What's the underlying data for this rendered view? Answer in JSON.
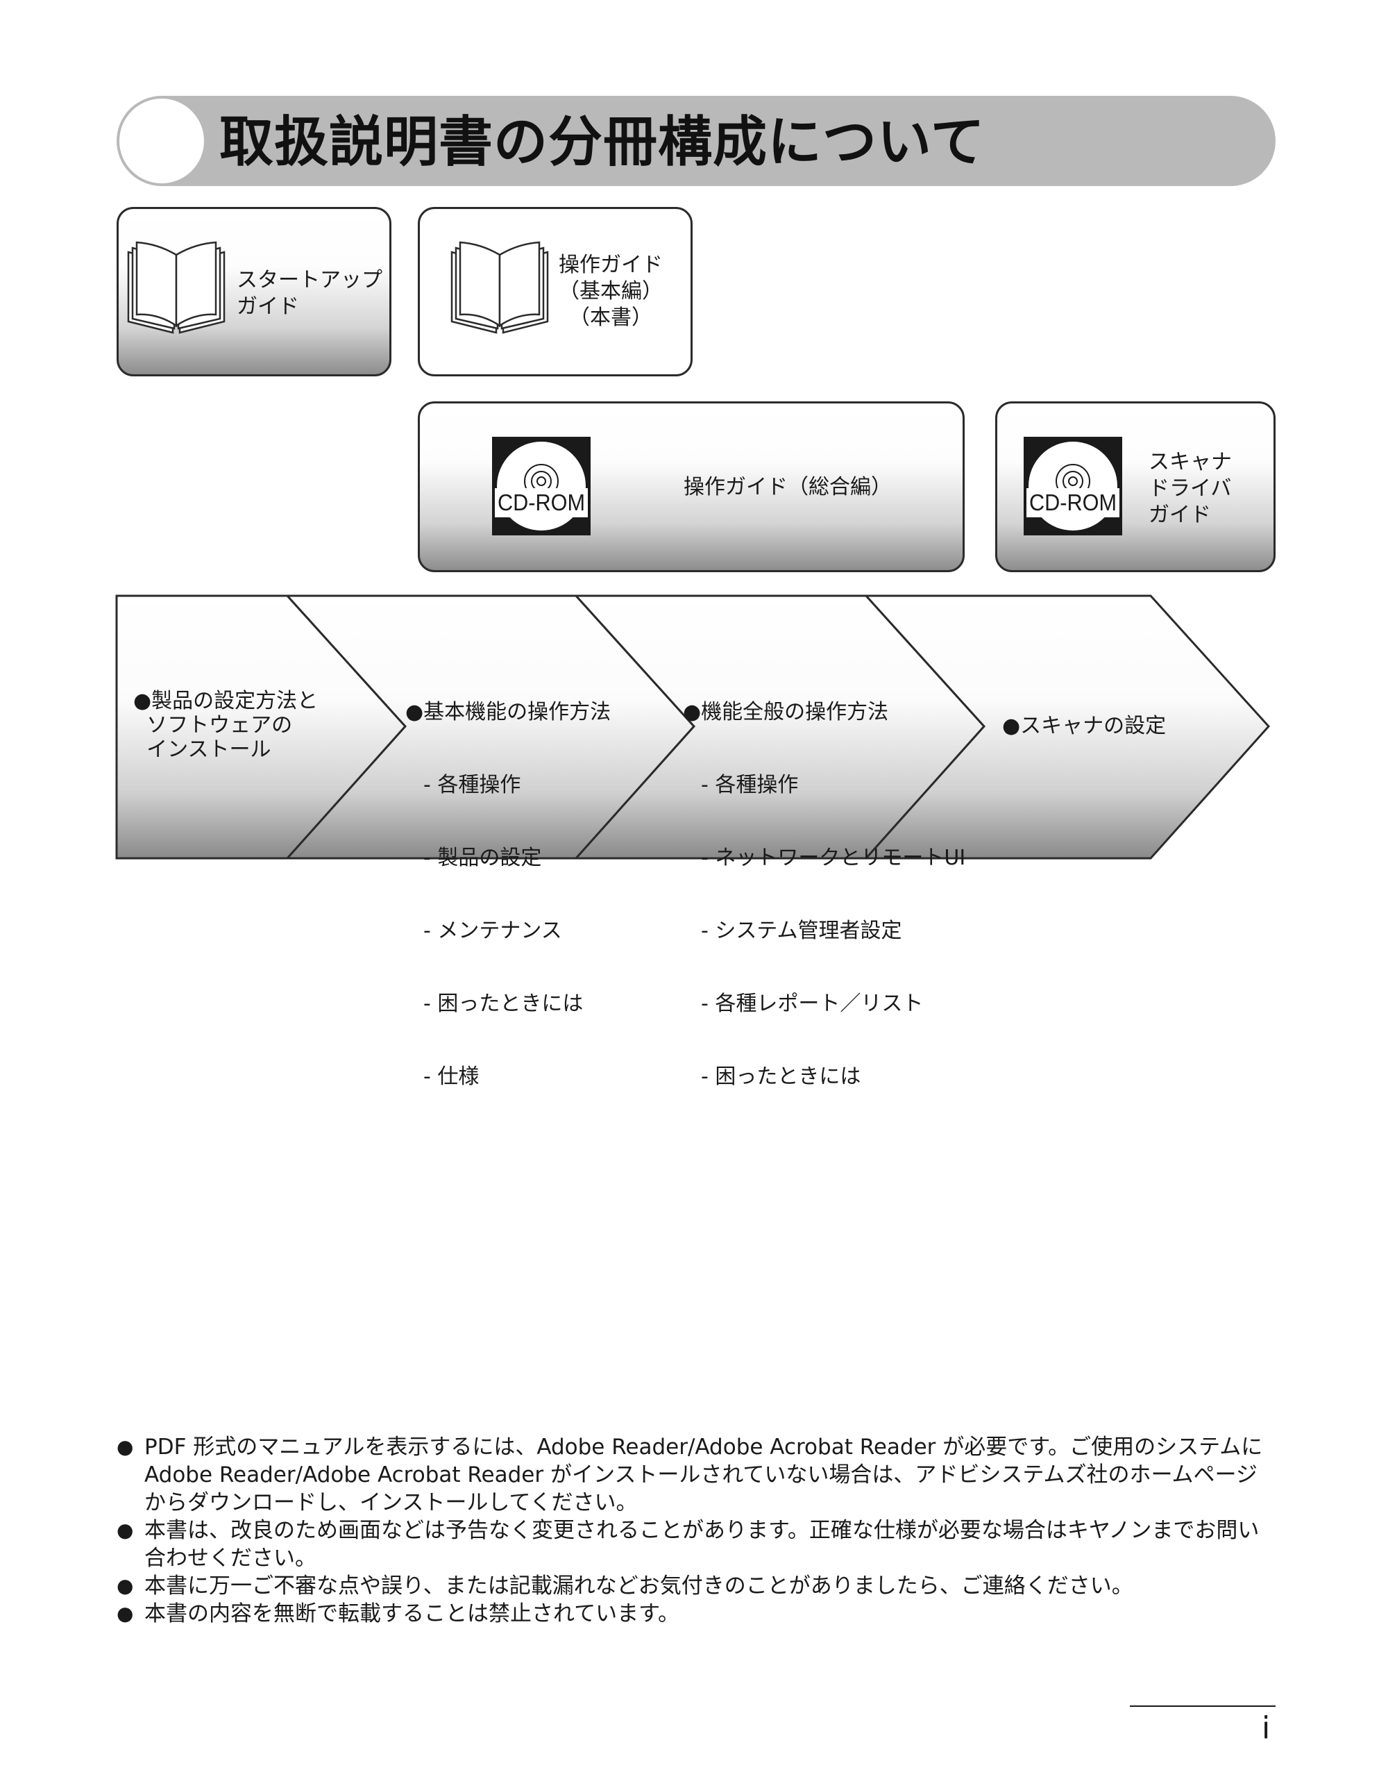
{
  "title": "取扱説明書の分冊構成について",
  "cards": {
    "startup": {
      "label": "スタートアップ\nガイド",
      "icon": "book-icon"
    },
    "basic": {
      "label": "操作ガイド\n（基本編）\n（本書）",
      "icon": "book-icon"
    },
    "comprehensive": {
      "label": "操作ガイド（総合編）",
      "icon": "cd-rom-icon"
    },
    "scanner": {
      "label": "スキャナ\nドライバ\nガイド",
      "icon": "cd-rom-icon"
    }
  },
  "cd_label": "CD-ROM",
  "flow": [
    {
      "heading": "●製品の設定方法と\n  ソフトウェアの\n  インストール",
      "items": []
    },
    {
      "heading": "●基本機能の操作方法",
      "items": [
        "- 各種操作",
        "- 製品の設定",
        "- メンテナンス",
        "- 困ったときには",
        "- 仕様"
      ]
    },
    {
      "heading": "●機能全般の操作方法",
      "items": [
        "- 各種操作",
        "- ネットワークとリモートUI",
        "- システム管理者設定",
        "- 各種レポート／リスト",
        "- 困ったときには"
      ]
    },
    {
      "heading": "●スキャナの設定",
      "items": []
    }
  ],
  "notes": [
    "PDF 形式のマニュアルを表示するには、Adobe Reader/Adobe Acrobat Reader が必要です。ご使用のシステムに Adobe Reader/Adobe Acrobat Reader がインストールされていない場合は、アドビシステムズ社のホームページからダウンロードし、インストールしてください。",
    "本書は、改良のため画面などは予告なく変更されることがあります。正確な仕様が必要な場合はキヤノンまでお問い合わせください。",
    "本書に万一ご不審な点や誤り、または記載漏れなどお気付きのことがありましたら、ご連絡ください。",
    "本書の内容を無断で転載することは禁止されています。"
  ],
  "note_bullet": "●",
  "page_number": "i"
}
